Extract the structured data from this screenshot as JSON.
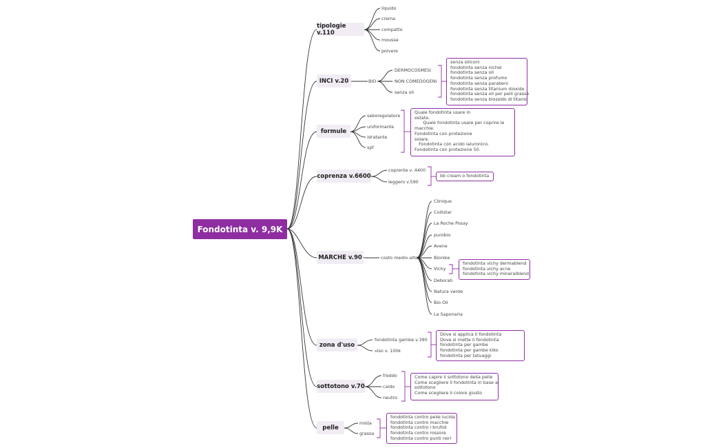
{
  "root": "Fondotinta v. 9,9K",
  "topics": {
    "tipologie": {
      "label": "tipologie v.110",
      "items": [
        "liquido",
        "crema",
        "compatto",
        "mousse",
        "polvere"
      ]
    },
    "inci": {
      "label": "INCI v.20",
      "sub": "BIO",
      "items": [
        "DERMOCOSMESI",
        "NON COMEDOGENI",
        "senza oli"
      ],
      "box": [
        "senza siliconi",
        "fondotinta senza nichel",
        "fondotinta senza oli",
        "fondotinta senza profumo",
        "fondotinta senza parabeni",
        "fondotinta senza titanium dioxide",
        "fondotinta senza oli per pelli grasse",
        "fondotinta senza biossido di titanio"
      ]
    },
    "formule": {
      "label": "formule",
      "items": [
        "seboregolatore",
        "uniformante",
        "idratante",
        "spf"
      ],
      "box": [
        "Quale fondotinta usare in",
        "estate.",
        "      Quale fondotinta usare per coprire le",
        "macchie.",
        "Fondotinta con protezione",
        "solare.",
        "   Fondotinta con acido ialuronico.",
        "Fondotinta con protezione 50."
      ]
    },
    "coprenza": {
      "label": "coprenza v.6600",
      "items": [
        "coprente v. 4400",
        "leggero v.590"
      ],
      "box": [
        "bb cream o fondotinta"
      ]
    },
    "marche": {
      "label": "MARCHE v.90",
      "sub": "costo medio-alto",
      "items": [
        "Clinique",
        "Collistar",
        "La Roche Posay",
        "purobio",
        "Avene",
        "Bionike",
        "Vichy",
        "Deborah",
        "Natura verde",
        "Bio  Oil",
        "La Saponaria"
      ],
      "box": [
        "fondotinta vichy dermablend",
        "fondotinta vichy acne",
        "fondotinta vichy mineralblend"
      ]
    },
    "zona": {
      "label": "zona d'uso",
      "items": [
        "fondotinta gambe v.390",
        "viso v. 100k"
      ],
      "box": [
        "Dove si applica il fondotinta",
        "Dove si mette il fondotinta",
        "fondotinta per gambe",
        "fondotinta per gambe kiko",
        "fondotinta per tatuaggi"
      ]
    },
    "sottotono": {
      "label": "sottotono v.70",
      "items": [
        "freddo",
        "caldo",
        "neutro"
      ],
      "box": [
        "Come capire il sottotono della pelle",
        "Come scegliere il fondotinta in base al",
        "sottotono",
        "Come scegliere il colore giusto"
      ]
    },
    "pelle": {
      "label": "pelle",
      "items": [
        "mista",
        "grassa"
      ],
      "box": [
        "fondotinta contro pelle lucida",
        "fondotinta contro macchie",
        "fondotinta contro i brufoli",
        "fondotinta contro rossore",
        "fondotinta contro punti neri"
      ]
    }
  },
  "colors": {
    "root_bg": "#8e2ea1",
    "topic_bg": "#f1ebf3",
    "box_border": "#8e2ea1",
    "line": "#333333"
  }
}
